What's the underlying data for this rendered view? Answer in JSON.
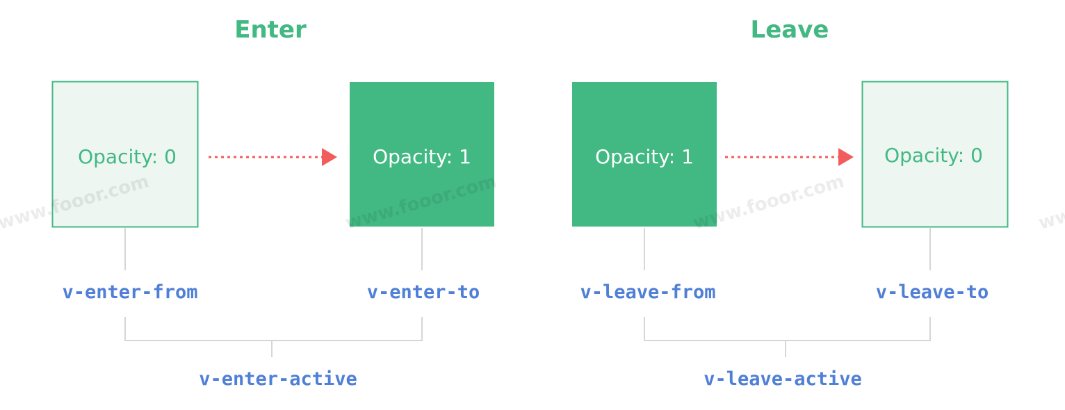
{
  "colors": {
    "title": "#42b883",
    "box_filled": "#42b883",
    "box_outline_fill": "#eef6f1",
    "box_outline_stroke": "#42b883",
    "box_text_light": "#ffffff",
    "box_text_green": "#42b883",
    "arrow": "#f25c5c",
    "connector": "#d6d6d6",
    "code": "#4f7fd6"
  },
  "enter": {
    "title": "Enter",
    "from_box": {
      "label": "Opacity: 0",
      "style": "outline"
    },
    "to_box": {
      "label": "Opacity: 1",
      "style": "filled"
    },
    "from_class": "v-enter-from",
    "to_class": "v-enter-to",
    "active_class": "v-enter-active"
  },
  "leave": {
    "title": "Leave",
    "from_box": {
      "label": "Opacity: 1",
      "style": "filled"
    },
    "to_box": {
      "label": "Opacity: 0",
      "style": "outline"
    },
    "from_class": "v-leave-from",
    "to_class": "v-leave-to",
    "active_class": "v-leave-active"
  },
  "watermark": "www.fooor.com"
}
